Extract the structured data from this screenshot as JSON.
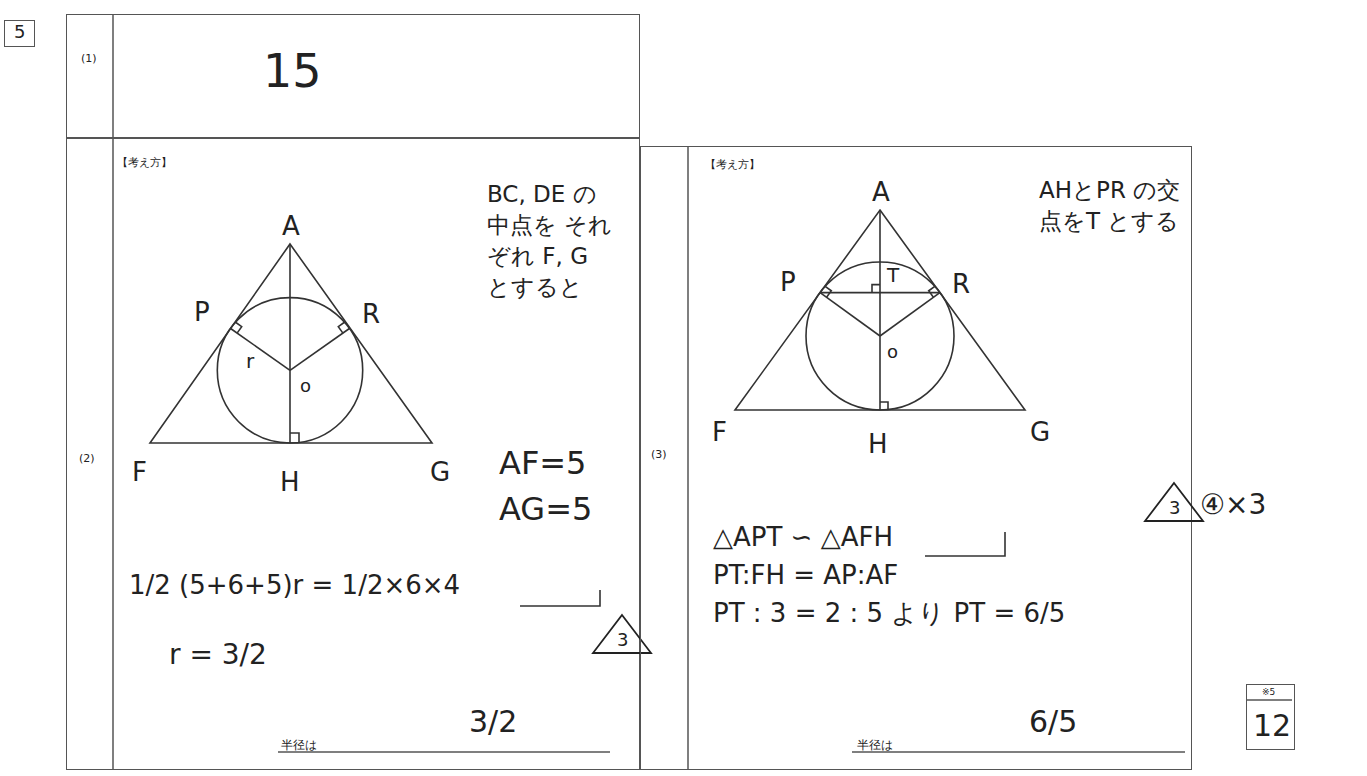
{
  "diagram": {
    "nodes": [
      {
        "text": [
          "5"
        ]
      },
      {
        "text": [
          "(1)",
          "15"
        ]
      },
      {
        "text": [
          "(2)",
          "【考え方】",
          "BC, DE の中点を それぞれ F, G とすると",
          "AF=5",
          "AG=5",
          "1/2 (5+6+5)r = 1/2×6×4",
          "r = 3/2",
          "半径は",
          "3/2"
        ]
      },
      {
        "text": [
          "3"
        ],
        "in": 2
      },
      {
        "text": [
          "(3)",
          "【考え方】",
          "AHとPR の交点をT とする",
          "△APT ∽ △AFH",
          "PT:FH = AP:AF",
          "PT : 3 = 2 : 5 より PT = 6/5",
          "半径は",
          "6/5"
        ]
      },
      {
        "text": [
          "3"
        ],
        "in": 4
      },
      {
        "text": [
          "※5",
          "12"
        ]
      }
    ],
    "labels": [
      "A",
      "P",
      "R",
      "r",
      "o",
      "F",
      "H",
      "G",
      "A",
      "P",
      "T",
      "R",
      "o",
      "F",
      "H",
      "G",
      "④×3"
    ]
  }
}
